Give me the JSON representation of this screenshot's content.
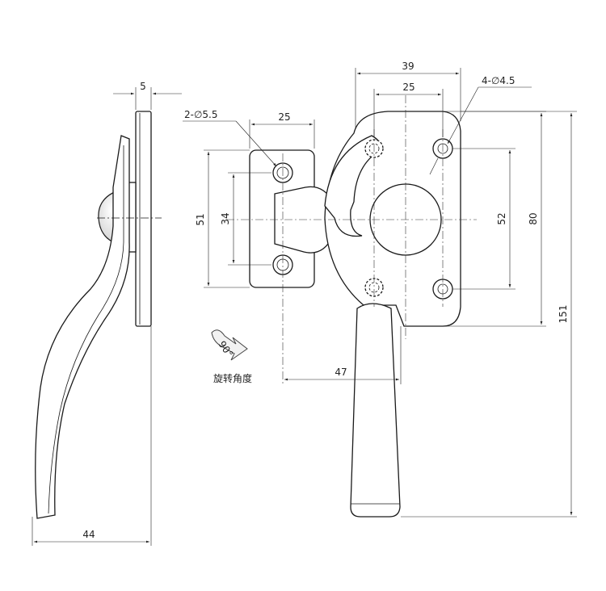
{
  "dimensions": {
    "thickness": "5",
    "side_width": "44",
    "hole_small": "2-∅5.5",
    "hole_large": "4-∅4.5",
    "width_39": "39",
    "width_25_right": "25",
    "width_25_left": "25",
    "height_51": "51",
    "height_34": "34",
    "height_52": "52",
    "height_80": "80",
    "height_151": "151",
    "offset_47": "47"
  },
  "rotation": {
    "angle": "90°",
    "label": "旋转角度"
  }
}
